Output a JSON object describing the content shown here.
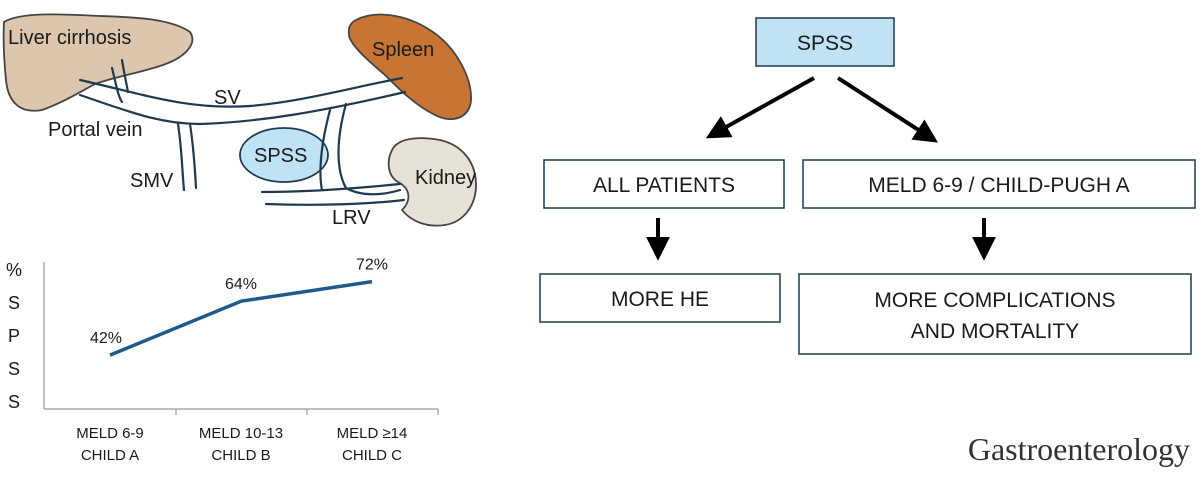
{
  "anatomy": {
    "liver": "Liver cirrhosis",
    "spleen": "Spleen",
    "sv": "SV",
    "portal_vein": "Portal vein",
    "spss": "SPSS",
    "smv": "SMV",
    "kidney": "Kidney",
    "lrv": "LRV",
    "colors": {
      "liver": "#dcc7ae",
      "spleen": "#c87533",
      "spss": "#bfe3f5",
      "kidney": "#e6e2d7"
    }
  },
  "flow": {
    "top": "SPSS",
    "left_mid": "ALL PATIENTS",
    "right_mid": "MELD 6-9 / CHILD-PUGH A",
    "left_bottom": "MORE HE",
    "right_bottom_line1": "MORE COMPLICATIONS",
    "right_bottom_line2": "AND MORTALITY",
    "colors": {
      "top_fill": "#bfe3f5",
      "box_border": "#1f3a4d"
    }
  },
  "chart_data": {
    "type": "line",
    "ylabel": "% SPSS",
    "ylabel_chars": [
      "%",
      "S",
      "P",
      "S",
      "S"
    ],
    "categories": [
      [
        "MELD 6-9",
        "CHILD A"
      ],
      [
        "MELD 10-13",
        "CHILD B"
      ],
      [
        "MELD ≥14",
        "CHILD C"
      ]
    ],
    "values": [
      42,
      64,
      72
    ],
    "data_labels": [
      "42%",
      "64%",
      "72%"
    ],
    "ylim": [
      20,
      80
    ],
    "grid": false,
    "line_color": "#1f5a8a"
  },
  "journal": "Gastroenterology"
}
